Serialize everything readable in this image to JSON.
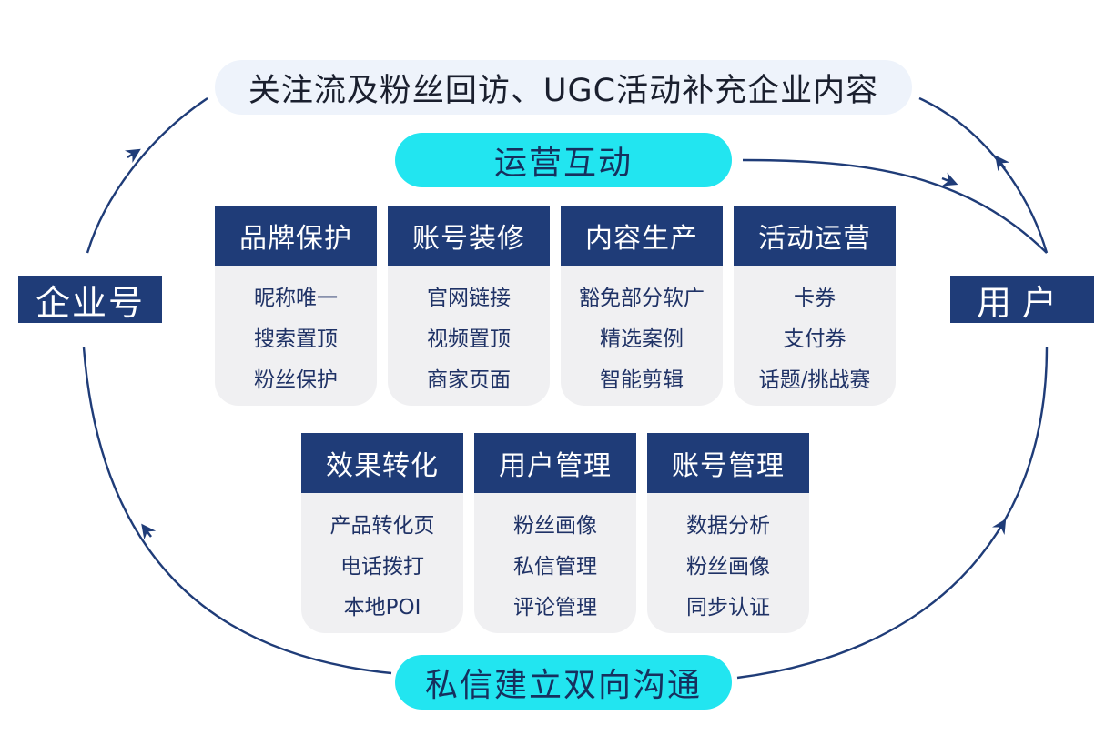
{
  "top_banner": {
    "text": "关注流及粉丝回访、UGC活动补充企业内容"
  },
  "top_pill": {
    "text": "运营互动"
  },
  "bottom_pill": {
    "text": "私信建立双向沟通"
  },
  "left_box": {
    "text": "企业号"
  },
  "right_box": {
    "text": "用户"
  },
  "cards": [
    {
      "title": "品牌保护",
      "items": [
        "昵称唯一",
        "搜索置顶",
        "粉丝保护"
      ]
    },
    {
      "title": "账号装修",
      "items": [
        "官网链接",
        "视频置顶",
        "商家页面"
      ]
    },
    {
      "title": "内容生产",
      "items": [
        "豁免部分软广",
        "精选案例",
        "智能剪辑"
      ]
    },
    {
      "title": "活动运营",
      "items": [
        "卡券",
        "支付券",
        "话题/挑战赛"
      ]
    },
    {
      "title": "效果转化",
      "items": [
        "产品转化页",
        "电话拨打",
        "本地POI"
      ]
    },
    {
      "title": "用户管理",
      "items": [
        "粉丝画像",
        "私信管理",
        "评论管理"
      ]
    },
    {
      "title": "账号管理",
      "items": [
        "数据分析",
        "粉丝画像",
        "同步认证"
      ]
    }
  ],
  "colors": {
    "navy": "#1f3c78",
    "cyan": "#22e5f0",
    "card_bg": "#f0f0f2",
    "banner_bg": "#eef3fb"
  }
}
